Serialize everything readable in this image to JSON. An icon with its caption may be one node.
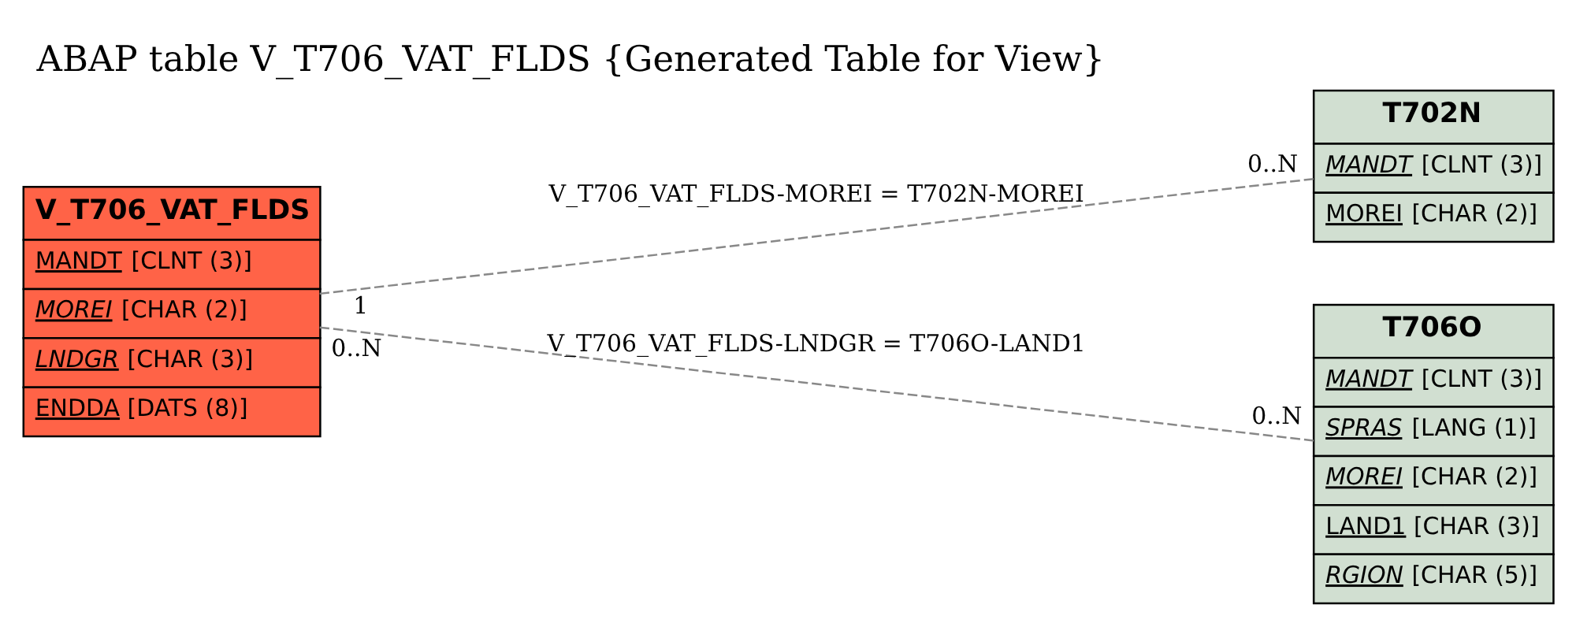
{
  "diagram": {
    "title": "ABAP table V_T706_VAT_FLDS {Generated Table for View}",
    "nodes": [
      {
        "text": [
          "V_T706_VAT_FLDS",
          "MANDT [CLNT (3)]",
          "*MOREI* [CHAR (2)]",
          "*LNDGR* [CHAR (3)]",
          "ENDDA [DATS (8)]"
        ]
      },
      {
        "text": [
          "T702N",
          "*MANDT* [CLNT (3)]",
          "MOREI [CHAR (2)]"
        ]
      },
      {
        "text": [
          "T706O",
          "*MANDT* [CLNT (3)]",
          "*SPRAS* [LANG (1)]",
          "*MOREI* [CHAR (2)]",
          "LAND1 [CHAR (3)]",
          "*RGION* [CHAR (5)]"
        ]
      }
    ],
    "edges": [
      {
        "from": 0,
        "to": 1,
        "arrow": "none",
        "label": "V_T706_VAT_FLDS-MOREI = T702N-MOREI",
        "style": "dashed"
      },
      {
        "from": 0,
        "to": 2,
        "arrow": "none",
        "label": "V_T706_VAT_FLDS-LNDGR = T706O-LAND1",
        "style": "dashed"
      }
    ],
    "labels": [
      "0..N",
      "1",
      "0..N",
      "0..N"
    ]
  }
}
